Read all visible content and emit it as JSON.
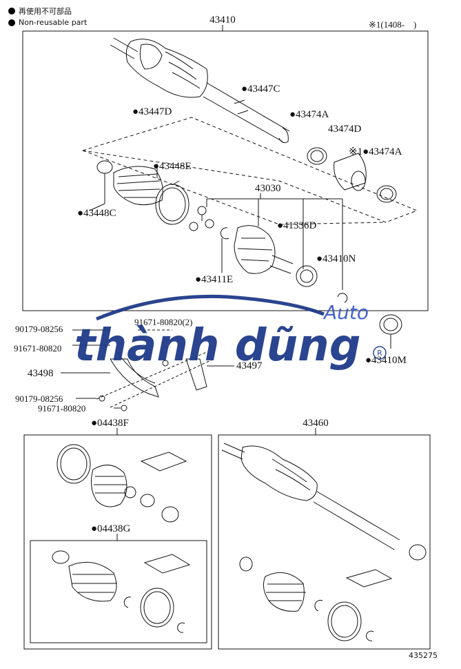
{
  "legend": {
    "jp_label": "再使用不可部品",
    "en_label": "Non-reusable part"
  },
  "note": "※1(1408-　)",
  "catalog_id": "435275",
  "top_assembly": {
    "number": "43410",
    "parts": {
      "p43447C": "●43447C",
      "p43447D": "●43447D",
      "p43474A_1": "●43474A",
      "p43474D": "43474D",
      "p43474A_2": "※1●43474A",
      "p43448E": "●43448E",
      "p43448C": "●43448C",
      "p43030": "43030",
      "p41336D": "●41336D",
      "p43410N": "●43410N",
      "p43411E": "●43411E"
    }
  },
  "bracket": {
    "b90179_1": "90179-08256",
    "b91671_1": "91671-80820",
    "b91671_2": "91671-80820(2)",
    "b43497": "43497",
    "b43498": "43498",
    "b90179_2": "90179-08256",
    "b91671_3": "91671-80820",
    "b43410M": "●43410M"
  },
  "kits": {
    "kit_f": "●04438F",
    "kit_g": "●04438G",
    "shaft": "43460"
  },
  "watermark": {
    "main": "thành dũng",
    "sub": "Auto",
    "reg": "R"
  },
  "colors": {
    "line": "#111111",
    "watermark": "#1f3a8a",
    "watermark_light": "#3b5bcc"
  }
}
